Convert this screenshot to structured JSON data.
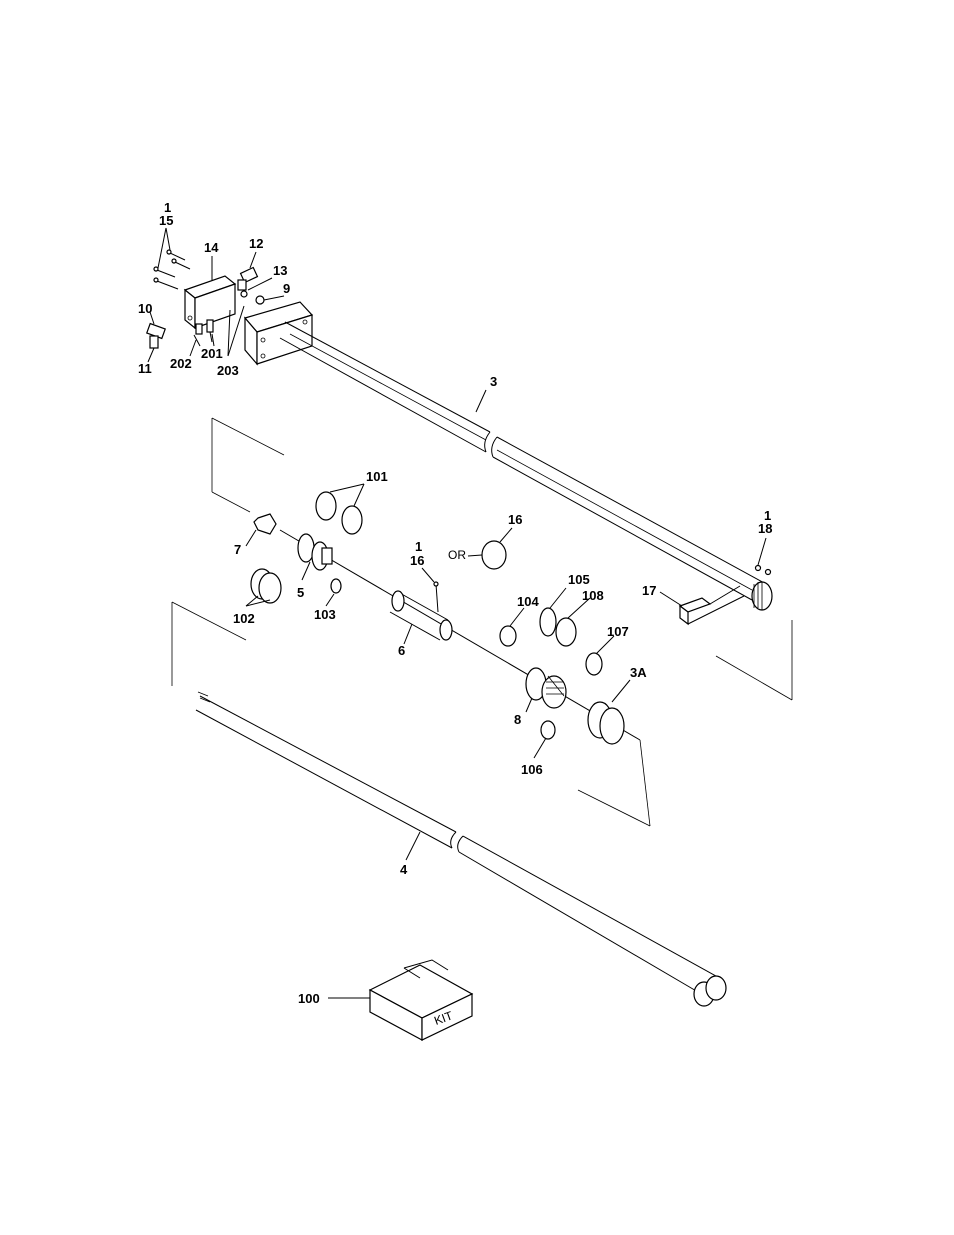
{
  "labels": {
    "l_1a": "1",
    "l_15": "15",
    "l_14": "14",
    "l_12": "12",
    "l_13": "13",
    "l_9": "9",
    "l_10": "10",
    "l_11": "11",
    "l_202": "202",
    "l_201": "201",
    "l_203": "203",
    "l_3": "3",
    "l_101": "101",
    "l_7": "7",
    "l_5": "5",
    "l_102": "102",
    "l_103": "103",
    "l_1b": "1",
    "l_16a": "16",
    "l_or": "OR",
    "l_16b": "16",
    "l_6": "6",
    "l_105": "105",
    "l_104": "104",
    "l_108": "108",
    "l_107": "107",
    "l_8": "8",
    "l_3a": "3A",
    "l_106": "106",
    "l_1c": "1",
    "l_18": "18",
    "l_17": "17",
    "l_4": "4",
    "l_100": "100"
  },
  "kit_text": "KIT"
}
